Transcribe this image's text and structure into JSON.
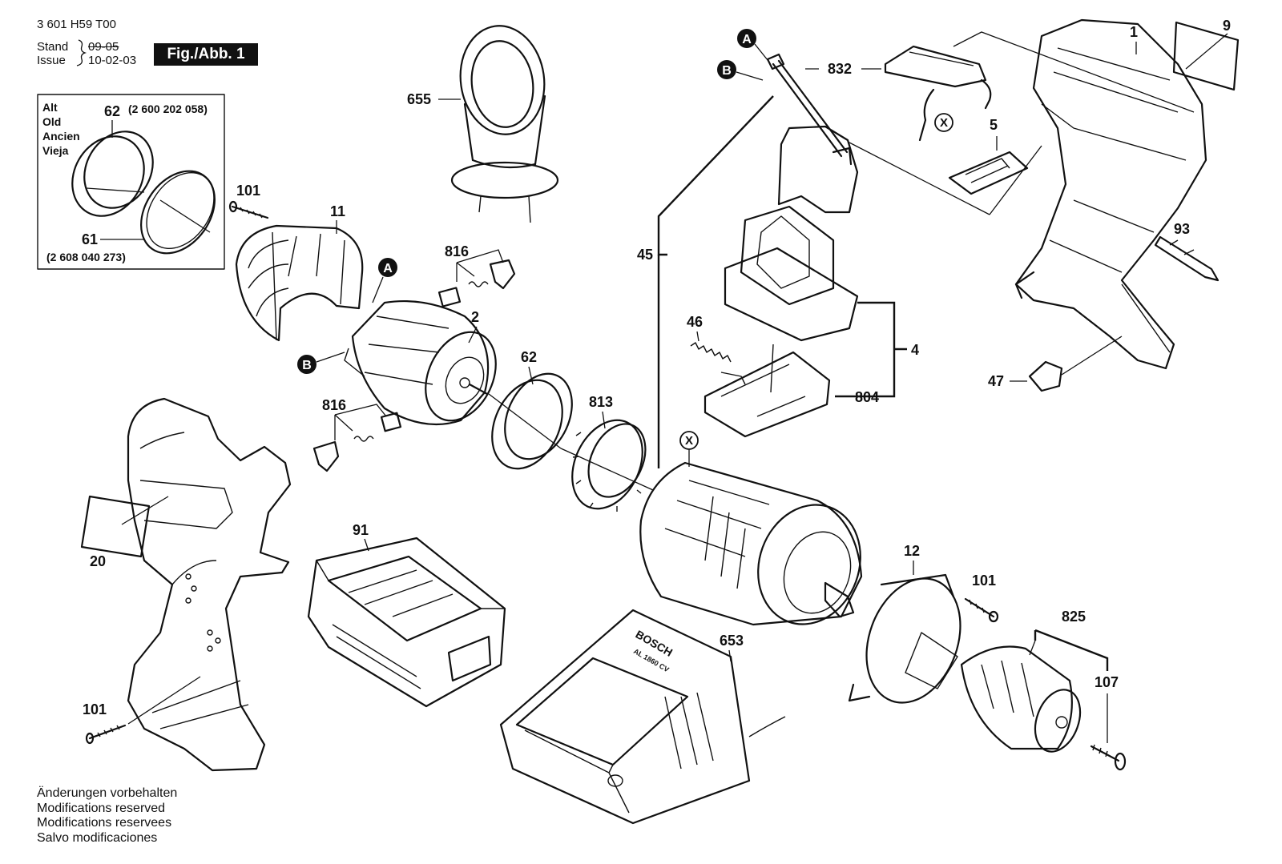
{
  "header": {
    "doc_number": "3 601 H59 T00",
    "stand_label": "Stand",
    "issue_label": "Issue",
    "stand_date": "09-05",
    "issue_date": "10-02-03",
    "figure_label": "Fig./Abb. 1"
  },
  "inset": {
    "title_lines": [
      "Alt",
      "Old",
      "Ancien",
      "Vieja"
    ],
    "part_62": "62",
    "part_62_number": "(2 600 202 058)",
    "part_61": "61",
    "part_61_number": "(2 608 040 273)"
  },
  "callouts": {
    "p1": "1",
    "p2": "2",
    "p4": "4",
    "p5": "5",
    "p9": "9",
    "p11": "11",
    "p12": "12",
    "p20": "20",
    "p45": "45",
    "p46": "46",
    "p47": "47",
    "p62": "62",
    "p91": "91",
    "p93": "93",
    "p101_top": "101",
    "p101_front": "101",
    "p101_bottom": "101",
    "p107": "107",
    "p653": "653",
    "p655": "655",
    "p804": "804",
    "p813": "813",
    "p816_top": "816",
    "p816_bottom": "816",
    "p825": "825",
    "p832": "832"
  },
  "markers": {
    "a": "A",
    "b": "B",
    "x": "X"
  },
  "charger_text": {
    "brand": "BOSCH",
    "model": "AL 1860 CV"
  },
  "footer": {
    "lines": [
      "Änderungen vorbehalten",
      "Modifications reserved",
      "Modifications reservees",
      "Salvo modificaciones"
    ]
  }
}
